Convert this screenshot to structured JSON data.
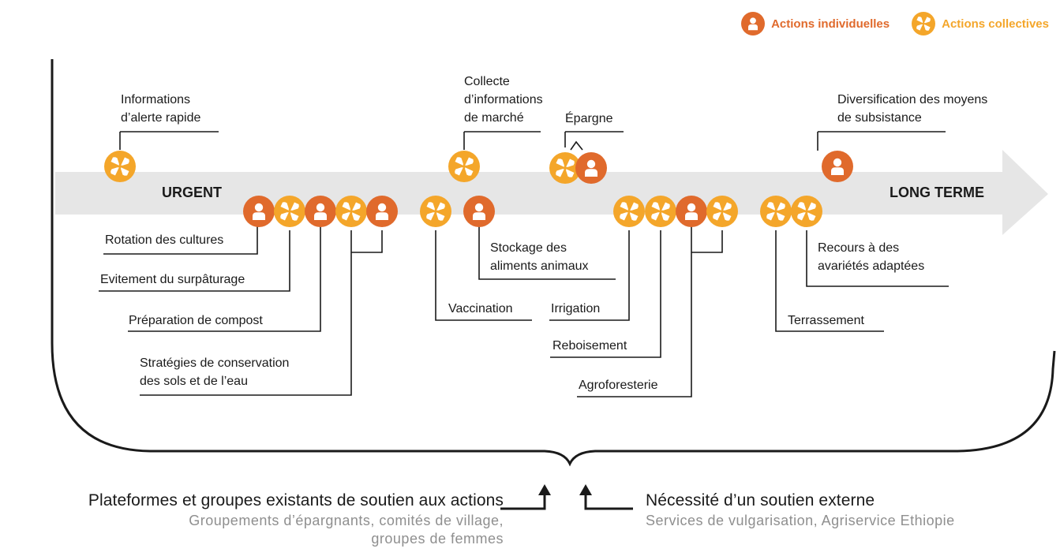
{
  "legend": {
    "individual": "Actions individuelles",
    "collective": "Actions collectives"
  },
  "axis": {
    "start": "URGENT",
    "end": "LONG TERME"
  },
  "colors": {
    "individual": "#e06a2c",
    "collective": "#f4a62a",
    "arrow": "#e6e6e6",
    "line": "#1a1a1a",
    "subtext": "#8f8f8f"
  },
  "icons": {
    "individual": "person-icon",
    "collective": "collaboration-hands-icon"
  },
  "actions": {
    "early_warning": "Informations\nd’alerte rapide",
    "market_info": "Collecte\nd’informations\nde marché",
    "savings": "Épargne",
    "livelihood": "Diversification des moyens\nde subsistance",
    "crop_rotation": "Rotation des cultures",
    "overgrazing": "Evitement du surpâturage",
    "compost": "Préparation de compost",
    "soil_water": "Stratégies de conservation\ndes sols et de l’eau",
    "vaccination": "Vaccination",
    "feed_storage": "Stockage des\naliments animaux",
    "irrigation": "Irrigation",
    "reforestation": "Reboisement",
    "agroforestry": "Agroforesterie",
    "terracing": "Terrassement",
    "varieties": "Recours à des\navariétés adaptées"
  },
  "bottom": {
    "left_title": "Plateformes et groupes existants de soutien aux actions",
    "left_sub1": "Groupements d’épargnants, comités de village,",
    "left_sub2": "groupes de femmes",
    "right_title": "Nécessité d’un soutien externe",
    "right_sub": "Services de vulgarisation, Agriservice Ethiopie"
  }
}
